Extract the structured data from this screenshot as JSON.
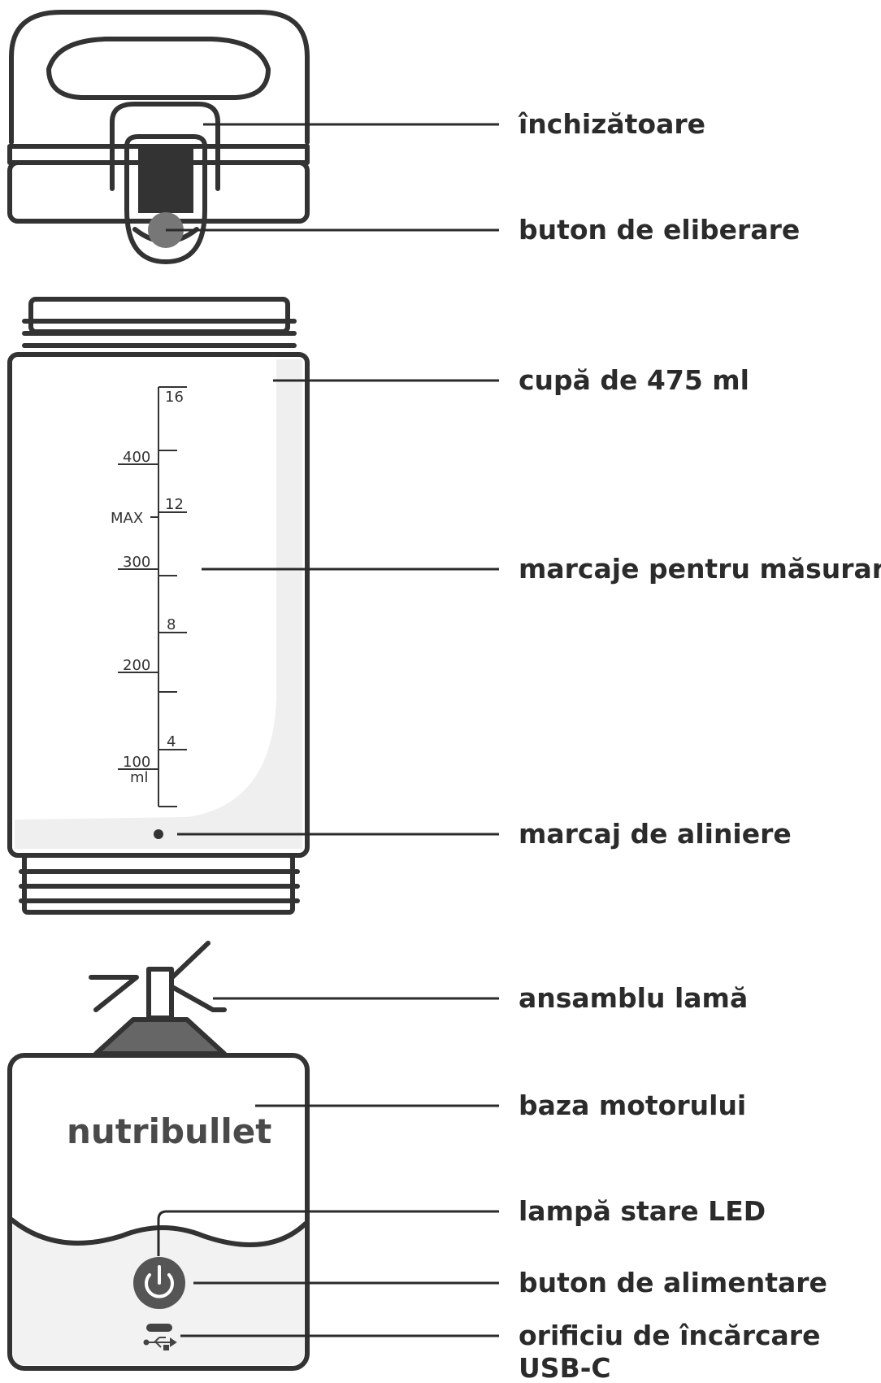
{
  "labels": {
    "latch": "închizătoare",
    "release_button": "buton de eliberare",
    "cup": "cupă de 475 ml",
    "measurement_markings": "marcaje pentru măsurare",
    "alignment_mark": "marcaj de aliniere",
    "blade_assembly": "ansamblu lamă",
    "motor_base": "baza motorului",
    "led_status_light": "lampă stare LED",
    "power_button": "buton de alimentare",
    "charging_port_line1": "orificiu de încărcare",
    "charging_port_line2": "USB-C"
  },
  "scale": {
    "ml_marks": [
      "400",
      "300",
      "200",
      "100"
    ],
    "ml_unit": "ml",
    "oz_marks": [
      "16",
      "12",
      "8",
      "4"
    ],
    "max_label": "MAX"
  },
  "brand": "nutribullet",
  "colors": {
    "outline": "#333333",
    "fill_light": "#f2f2f2",
    "fill_dark": "#666666",
    "text": "#2b2b2b"
  }
}
